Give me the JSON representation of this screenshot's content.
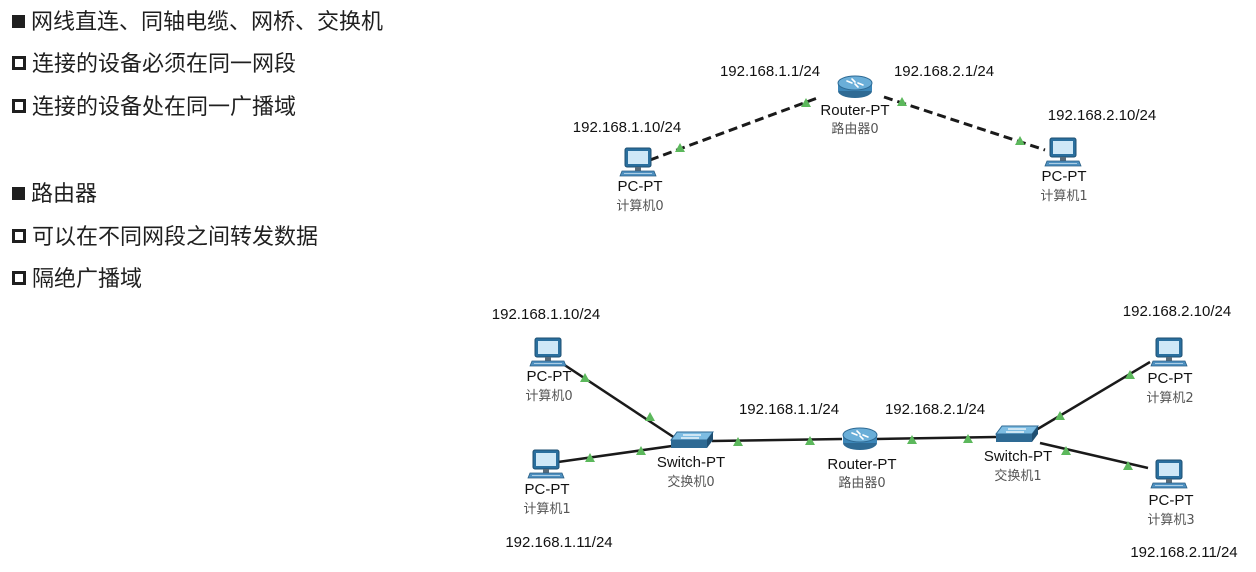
{
  "bullets": [
    {
      "text": "网线直连、同轴电缆、网桥、交换机",
      "style": "filled"
    },
    {
      "text": "连接的设备必须在同一网段",
      "style": "hollow"
    },
    {
      "text": "连接的设备处在同一广播域",
      "style": "hollow"
    },
    {
      "text": "路由器",
      "style": "filled"
    },
    {
      "text": "可以在不同网段之间转发数据",
      "style": "hollow"
    },
    {
      "text": "隔绝广播域",
      "style": "hollow"
    }
  ],
  "top_network": {
    "router": {
      "type": "Router-PT",
      "name": "路由器0",
      "ip_left": "192.168.1.1/24",
      "ip_right": "192.168.2.1/24"
    },
    "pc_left": {
      "type": "PC-PT",
      "name": "计算机0",
      "ip": "192.168.1.10/24"
    },
    "pc_right": {
      "type": "PC-PT",
      "name": "计算机1",
      "ip": "192.168.2.10/24"
    }
  },
  "bottom_network": {
    "router": {
      "type": "Router-PT",
      "name": "路由器0",
      "ip_left": "192.168.1.1/24",
      "ip_right": "192.168.2.1/24"
    },
    "switch_left": {
      "type": "Switch-PT",
      "name": "交换机0"
    },
    "switch_right": {
      "type": "Switch-PT",
      "name": "交换机1"
    },
    "pc0": {
      "type": "PC-PT",
      "name": "计算机0",
      "ip": "192.168.1.10/24"
    },
    "pc1": {
      "type": "PC-PT",
      "name": "计算机1",
      "ip": "192.168.1.11/24"
    },
    "pc2": {
      "type": "PC-PT",
      "name": "计算机2",
      "ip": "192.168.2.10/24"
    },
    "pc3": {
      "type": "PC-PT",
      "name": "计算机3",
      "ip": "192.168.2.11/24"
    }
  },
  "colors": {
    "link": "#1a1a1a",
    "link_indicator": "#5cb85c",
    "device_blue": "#2a6f9e",
    "text": "#1f1f1f"
  }
}
